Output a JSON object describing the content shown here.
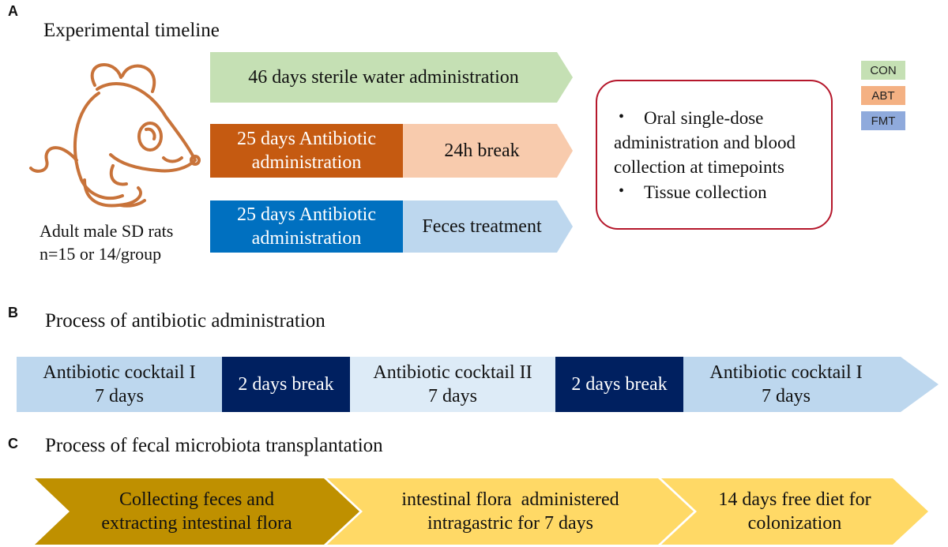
{
  "panels": {
    "a": {
      "letter": "A",
      "title": "Experimental timeline",
      "subject": {
        "line1": "Adult male SD rats",
        "line2": "n=15 or 14/group"
      },
      "groups": [
        {
          "name": "CON",
          "steps": [
            "46 days sterile water administration"
          ]
        },
        {
          "name": "ABT",
          "steps": [
            [
              "25 days Antibiotic",
              "administration"
            ],
            "24h break"
          ]
        },
        {
          "name": "FMT",
          "steps": [
            [
              "25 days Antibiotic",
              "administration"
            ],
            "Feces treatment"
          ]
        }
      ],
      "outcomes": {
        "bullet1": {
          "line1": "Oral single-dose",
          "line2": "administration and blood",
          "line3": "collection at timepoints"
        },
        "bullet2": "Tissue collection"
      },
      "legend": [
        "CON",
        "ABT",
        "FMT"
      ]
    },
    "b": {
      "letter": "B",
      "title": "Process of antibiotic administration",
      "steps": [
        {
          "line1": "Antibiotic cocktail I",
          "line2": "7 days"
        },
        {
          "line1": "2 days break"
        },
        {
          "line1": "Antibiotic cocktail II",
          "line2": "7 days"
        },
        {
          "line1": "2 days break"
        },
        {
          "line1": "Antibiotic cocktail I",
          "line2": "7 days"
        }
      ]
    },
    "c": {
      "letter": "C",
      "title": "Process of fecal microbiota transplantation",
      "steps": [
        {
          "line1": "Collecting feces and",
          "line2": "extracting intestinal flora"
        },
        {
          "line1": "intestinal flora  administered",
          "line2": "intragastric for 7 days"
        },
        {
          "line1": "14 days free diet for",
          "line2": "colonization"
        }
      ]
    }
  },
  "colors": {
    "con_green": "#c5e0b4",
    "abt_dark_orange": "#c55a11",
    "abt_light_orange": "#f8cbad",
    "fmt_blue": "#0070c0",
    "fmt_light_blue": "#bdd7ee",
    "navy": "#002060",
    "pale_blue": "#ddebf7",
    "gold_dark": "#bf9000",
    "gold_light": "#ffd966",
    "outcome_border": "#b5172b",
    "rat_outline": "#c8733a"
  },
  "icons": {
    "rat": "rat-illustration-icon",
    "bullet": "bullet-dot-icon"
  }
}
